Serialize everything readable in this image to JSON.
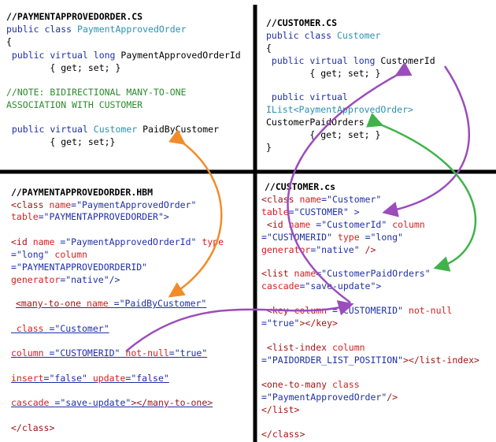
{
  "q1": {
    "header": "//PAYMENTAPPROVEDORDER.CS",
    "l1_kw": "public class ",
    "l1_type": "PaymentApprovedOrder",
    "l2": "{",
    "l3_kw": " public virtual long ",
    "l3_name": "PaymentApprovedOrderId",
    "l4": "        { get; set; }",
    "comment1": "//NOTE: BIDIRECTIONAL MANY-TO-ONE",
    "comment2": "ASSOCIATION WITH CUSTOMER",
    "l5_kw": " public virtual ",
    "l5_type": "Customer",
    "l5_name": " PaidByCustomer",
    "l6": "        { get; set;}"
  },
  "q2": {
    "header": "//CUSTOMER.CS",
    "l1_kw": "public class ",
    "l1_type": "Customer",
    "l2": "{",
    "l3_kw": " public virtual long ",
    "l3_name": "CustomerId",
    "l4": "        { get; set; }",
    "l5": " public virtual",
    "l6_type": "IList<PaymentApprovedOrder>",
    "l7": "CustomerPaidOrders",
    "l8": "        { get; set; }",
    "l9": "}"
  },
  "q3": {
    "header": "//PAYMENTAPPROVEDORDER.HBM",
    "l1a": "<class ",
    "l1b": "name",
    "l1c": "=\"PaymentApprovedOrder\"",
    "l2a": "table",
    "l2b": "=\"PAYMENTAPPROVEDORDER\">",
    "l3a": "<id ",
    "l3b": "name ",
    "l3c": "=\"PaymentApprovedOrderId\"",
    "l3d": " type",
    "l4a": "=\"long\"",
    "l4b": " column",
    "l5": "=\"PAYMENTAPPROVEDORDERID\"",
    "l6a": "generator",
    "l6b": "=\"native\"/>",
    "l7a": "<many-to-one ",
    "l7b": "name ",
    "l7c": "=\"PaidByCustomer\"",
    "l8a": " class ",
    "l8b": "=\"Customer\"",
    "l9a": "column ",
    "l9b": "=\"CUSTOMERID\"",
    "l9c": " not-null",
    "l9d": "=\"true\"",
    "l10a": "insert",
    "l10b": "=\"false\"",
    "l10c": " update",
    "l10d": "=\"false\"",
    "l11a": "cascade ",
    "l11b": "=\"save-update\"",
    "l11c": "></many-to-one>",
    "l12": "</class>"
  },
  "q4": {
    "header": "//CUSTOMER.cs",
    "l1a": "<class ",
    "l1b": "name",
    "l1c": "=\"Customer\"",
    "l2a": "table",
    "l2b": "=\"CUSTOMER\" >",
    "l3a": " <id ",
    "l3b": "name ",
    "l3c": "=\"CustomerId\"",
    "l3d": " column",
    "l4a": "=\"CUSTOMERID\"",
    "l4b": " type ",
    "l4c": "=\"long\"",
    "l5a": "generator",
    "l5b": "=\"native\"",
    "l5c": " />",
    "l6a": "<list ",
    "l6b": "name",
    "l6c": "=\"CustomerPaidOrders\"",
    "l7a": "cascade",
    "l7b": "=\"save-update\">",
    "l8a": " <key ",
    "l8b": "column ",
    "l8c": "=\"CUSTOMERID\"",
    "l8d": " not-null",
    "l9a": "=\"true\"",
    "l9b": "></key>",
    "l10a": " <list-index ",
    "l10b": "column",
    "l11a": "=\"PAIDORDER_LIST_POSITION\"",
    "l11b": "></list-index>",
    "l12a": "<one-to-many ",
    "l12b": "class",
    "l13a": "=\"PaymentApprovedOrder\"",
    "l13b": "/>",
    "l14": "</list>",
    "l15": "</class>"
  },
  "colors": {
    "orange": "#f28c28",
    "purple": "#9b4dbb",
    "green": "#3fb34a",
    "divider": "#000000"
  }
}
